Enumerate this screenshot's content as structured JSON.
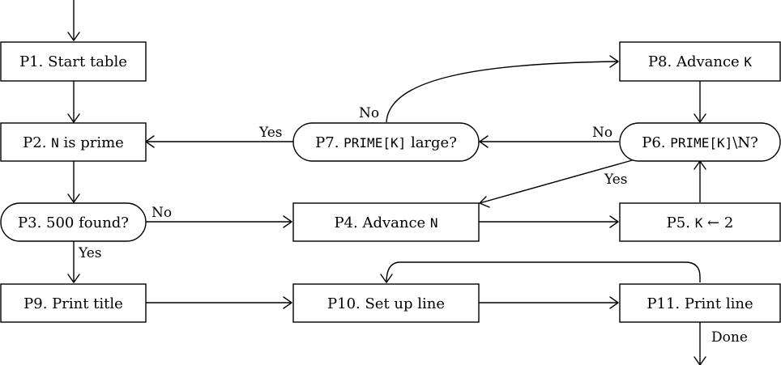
{
  "nodes": {
    "p1": {
      "label": "P1. Start table"
    },
    "p2": {
      "prefix": "P2. ",
      "mono": "N",
      "suffix": " is prime"
    },
    "p3": {
      "label": "P3. 500 found?"
    },
    "p4": {
      "prefix": "P4. Advance ",
      "mono": "N",
      "suffix": ""
    },
    "p5": {
      "prefix": "P5. ",
      "mono": "K",
      "suffix": " ← 2"
    },
    "p6": {
      "prefix": "P6. ",
      "mono": "PRIME[K]",
      "suffix": "\\N?"
    },
    "p7": {
      "prefix": "P7. ",
      "mono": "PRIME[K]",
      "suffix": " large?"
    },
    "p8": {
      "prefix": "P8. Advance ",
      "mono": "K",
      "suffix": ""
    },
    "p9": {
      "label": "P9. Print title"
    },
    "p10": {
      "label": "P10. Set up line"
    },
    "p11": {
      "label": "P11. Print line"
    }
  },
  "edge_labels": {
    "p7_yes": "Yes",
    "p7_no": "No",
    "p6_no": "No",
    "p6_yes": "Yes",
    "p3_no": "No",
    "p3_yes": "Yes",
    "p11_done": "Done"
  }
}
